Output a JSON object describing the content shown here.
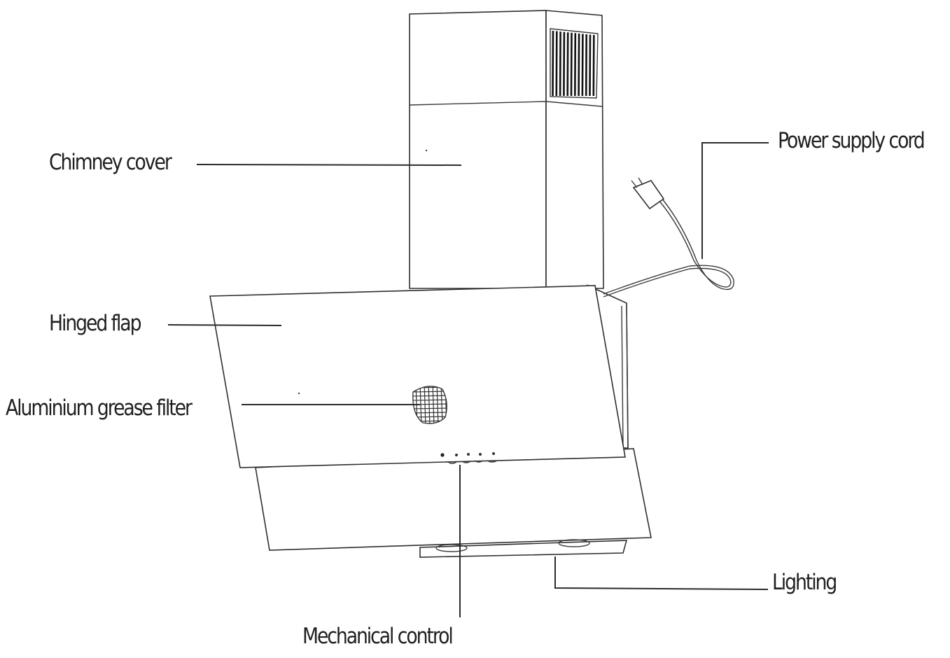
{
  "labels": {
    "chimney_cover": "Chimney cover",
    "hinged_flap": "Hinged flap",
    "aluminium_grease_filter": "Aluminium grease filter",
    "power_supply_cord": "Power supply cord",
    "lighting": "Lighting",
    "mechanical_control": "Mechanical control"
  },
  "colors": {
    "line": "#2b2b2b",
    "text": "#1f1f1f",
    "background": "#ffffff"
  }
}
